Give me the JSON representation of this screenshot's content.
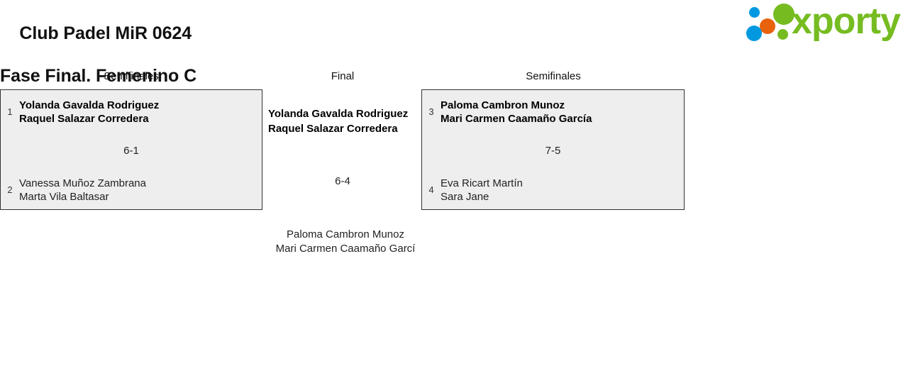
{
  "header": {
    "title_line1": "Club Padel MiR 0624",
    "title_line2": "Fase Final. Femenino C",
    "logo": {
      "wordmark": "xporty",
      "colors": {
        "green": "#76bc21",
        "blue": "#0099e0",
        "orange": "#e8610d"
      },
      "dots": [
        {
          "name": "blue-small-dot",
          "color": "#0099e0"
        },
        {
          "name": "orange-dot",
          "color": "#e8610d"
        },
        {
          "name": "green-large-dot",
          "color": "#76bc21"
        },
        {
          "name": "blue-large-dot",
          "color": "#0099e0"
        },
        {
          "name": "green-small-dot",
          "color": "#76bc21"
        }
      ]
    }
  },
  "bracket": {
    "headings": {
      "left": "Semifinales",
      "final": "Final",
      "right": "Semifinales"
    },
    "semifinal_left": {
      "score": "6-1",
      "top": {
        "seed": "1",
        "player1": "Yolanda Gavalda Rodriguez",
        "player2": "Raquel Salazar Corredera",
        "result": "winner"
      },
      "bottom": {
        "seed": "2",
        "player1": "Vanessa Muñoz Zambrana",
        "player2": "Marta Vila Baltasar",
        "result": "loser"
      }
    },
    "semifinal_right": {
      "score": "7-5",
      "top": {
        "seed": "3",
        "player1": "Paloma Cambron Munoz",
        "player2": "Mari Carmen Caamaño García",
        "result": "winner"
      },
      "bottom": {
        "seed": "4",
        "player1": "Eva Ricart Martín",
        "player2": "Sara Jane",
        "result": "loser"
      }
    },
    "final": {
      "score": "6-4",
      "winner": {
        "player1": "Yolanda Gavalda Rodriguez",
        "player2": "Raquel Salazar Corredera"
      },
      "runner_up": {
        "player1": "Paloma Cambron Munoz",
        "player2": "Mari Carmen Caamaño Garcí"
      }
    }
  }
}
